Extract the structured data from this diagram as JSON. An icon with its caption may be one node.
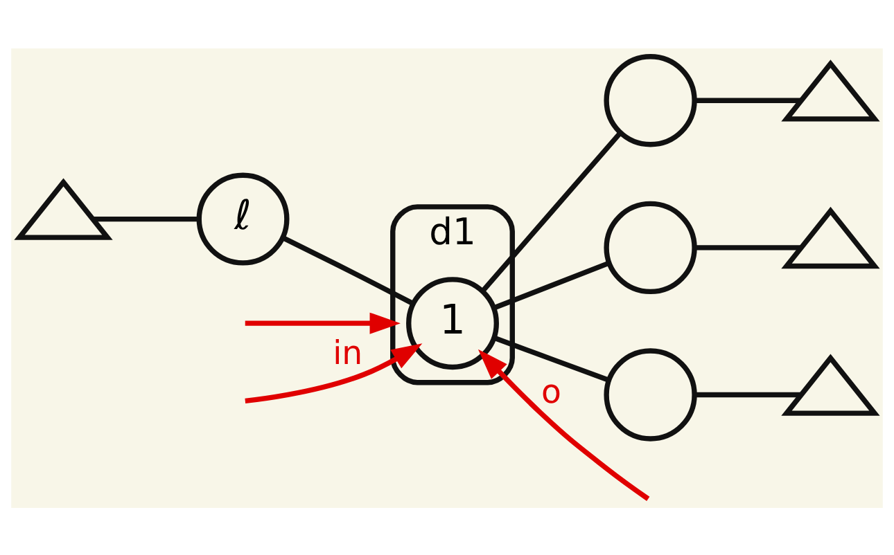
{
  "diagram": {
    "nodes": [
      {
        "text": [],
        "shape": "triangle"
      },
      {
        "text": [
          "ℓ"
        ]
      },
      {
        "text": [
          "d1"
        ]
      },
      {
        "text": [
          "1"
        ],
        "in": 2
      },
      {
        "text": [],
        "shape": "circle"
      },
      {
        "text": [],
        "shape": "triangle"
      },
      {
        "text": [],
        "shape": "circle"
      },
      {
        "text": [],
        "shape": "circle"
      },
      {
        "text": [],
        "shape": "triangle"
      },
      {
        "text": [],
        "shape": "triangle"
      }
    ],
    "edges": [
      {
        "from": 0,
        "to": 1,
        "arrow": "none"
      },
      {
        "from": 1,
        "to": 3,
        "arrow": "none"
      },
      {
        "from": 3,
        "to": 4,
        "arrow": "none"
      },
      {
        "from": 4,
        "to": 5,
        "arrow": "none"
      },
      {
        "from": 3,
        "to": 6,
        "arrow": "none"
      },
      {
        "from": 3,
        "to": 7,
        "arrow": "none"
      },
      {
        "from": 6,
        "to": 8,
        "arrow": "none"
      },
      {
        "from": 7,
        "to": 9,
        "arrow": "none"
      },
      {
        "from": null,
        "to": 2,
        "arrow": "to",
        "color": "#e00000"
      },
      {
        "from": null,
        "to": 3,
        "arrow": "to",
        "label": "o",
        "color": "#e00000"
      },
      {
        "from": null,
        "to": 3,
        "arrow": "to",
        "label": "in",
        "color": "#e00000"
      }
    ]
  }
}
